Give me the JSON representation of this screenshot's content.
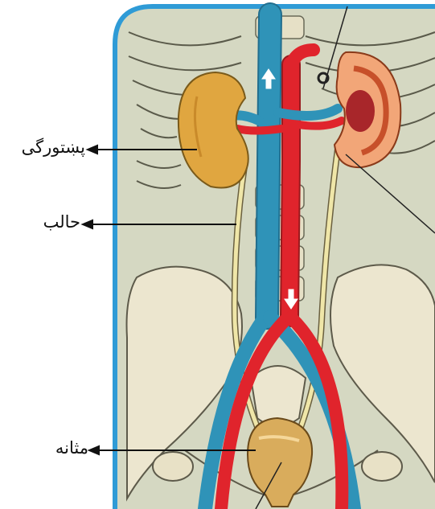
{
  "labels": {
    "kidney": "پښتورگی",
    "ureter": "حالب",
    "bladder": "مثانه"
  },
  "colors": {
    "background": "#d5d8c2",
    "frame": "#2f9bd6",
    "vein": "#2f93b8",
    "artery": "#e0242c",
    "kidney": "#e0a640",
    "ureter": "#efe6a8",
    "bone": "#ece6cf",
    "bladder": "#d9ac5c",
    "arrow": "#111111"
  }
}
